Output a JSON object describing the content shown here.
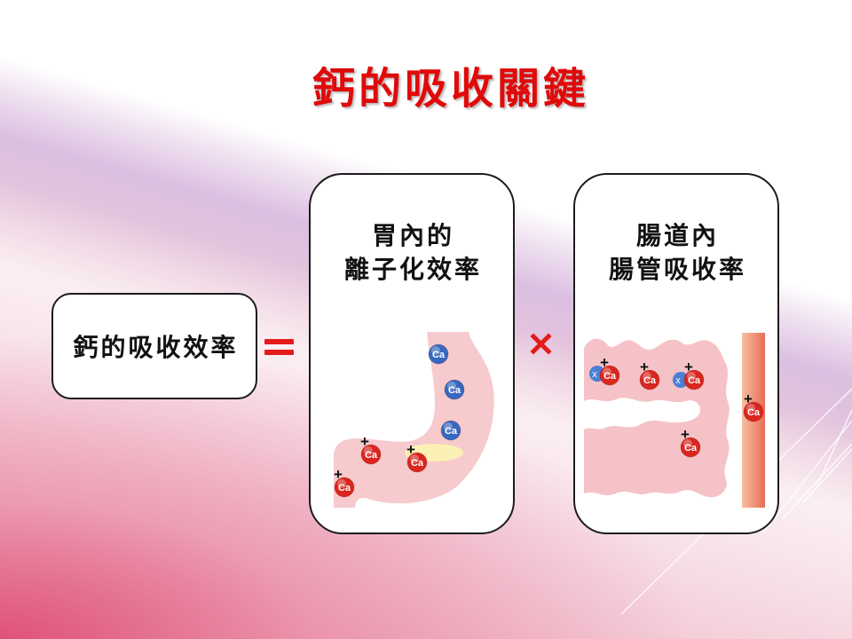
{
  "slide": {
    "title": "鈣的吸收關鍵"
  },
  "equation": {
    "result_label": "鈣的吸收效率",
    "equals_icon": "equals-sign-icon",
    "times_icon": "multiply-sign-icon"
  },
  "stomach_panel": {
    "heading": [
      "胃內的",
      "離子化效率"
    ],
    "ions": [
      {
        "label": "Ca",
        "color": "#3768bf"
      },
      {
        "label": "Ca",
        "color": "#3768bf"
      },
      {
        "label": "Ca",
        "color": "#3768bf"
      },
      {
        "label": "Ca",
        "charge": "+",
        "color": "#d9261f"
      },
      {
        "label": "Ca",
        "charge": "+",
        "color": "#d9261f"
      },
      {
        "label": "Ca",
        "charge": "+",
        "color": "#d9261f"
      }
    ]
  },
  "intestine_panel": {
    "heading": [
      "腸道內",
      "腸管吸收率"
    ],
    "ions": [
      {
        "label": "Ca",
        "charge": "+",
        "color": "#d9261f",
        "partner": {
          "label": "x",
          "color": "#4a7fd3"
        }
      },
      {
        "label": "Ca",
        "charge": "+",
        "color": "#d9261f"
      },
      {
        "label": "Ca",
        "charge": "+",
        "color": "#d9261f",
        "partner": {
          "label": "x",
          "color": "#4a7fd3"
        }
      },
      {
        "label": "Ca",
        "charge": "+",
        "color": "#d9261f"
      },
      {
        "label": "Ca",
        "charge": "+",
        "color": "#d9261f"
      }
    ]
  },
  "palette": {
    "title_red": "#e00a0a",
    "operator_red": "#e31b1b",
    "stomach_pink": "#f7cacd",
    "intestine_pink": "#f5c3c7",
    "food_yellow": "#faf0b5",
    "vessel_light": "#f7bda0",
    "vessel_dark": "#e96c58"
  }
}
